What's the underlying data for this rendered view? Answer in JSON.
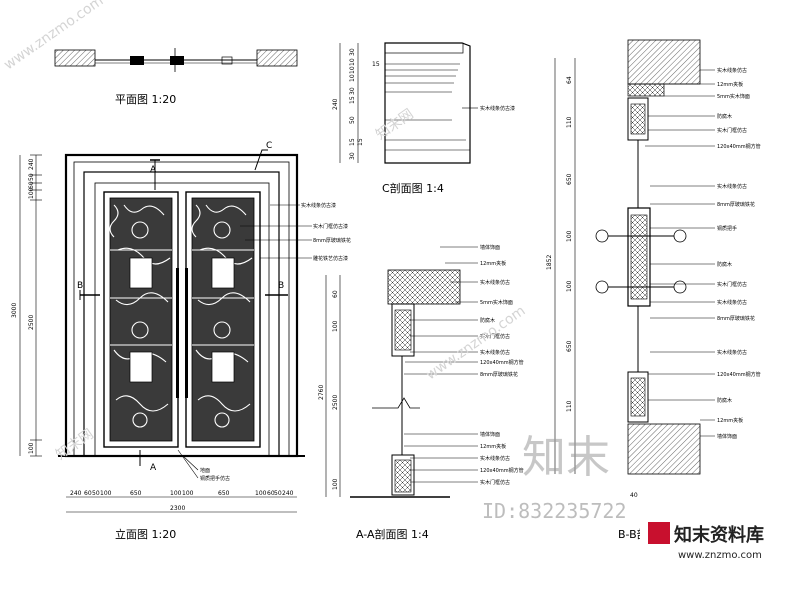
{
  "plan_title": "平面图 1:20",
  "elevation_title": "立面图 1:20",
  "section_c_title": "C剖面图 1:4",
  "section_aa_title": "A-A剖面图 1:4",
  "section_bb_title": "B-B剖面图 1:4",
  "markers": {
    "a": "A",
    "b": "B",
    "c": "C"
  },
  "elevation": {
    "left_dims": [
      "240",
      "50",
      "60",
      "100",
      "2500",
      "100"
    ],
    "total_height": "3000",
    "bottom_dims": [
      "240",
      "60",
      "50",
      "100",
      "650",
      "100",
      "100",
      "650",
      "100",
      "60",
      "50",
      "240"
    ],
    "total_width": "2300",
    "labels": [
      "实木线条仿古漆",
      "实木门框仿古漆",
      "8mm厚玻璃铁花",
      "雕花铁艺仿古漆"
    ],
    "bottom_labels": [
      "地面",
      "铜质把手仿古"
    ]
  },
  "section_c": {
    "left_dims": [
      "30",
      "10",
      "10",
      "10",
      "30",
      "15",
      "15",
      "50",
      "30",
      "15",
      "15"
    ],
    "total": "240",
    "label": "实木线条仿古漆"
  },
  "section_aa": {
    "left_dims": [
      "60",
      "100",
      "2500",
      "100"
    ],
    "total": "2760",
    "labels": [
      "墙体饰面",
      "12mm夹板",
      "实木线条仿古",
      "5mm实木饰面",
      "防腐木",
      "实木门框仿古",
      "实木线条仿古",
      "120x40mm钢方管",
      "8mm厚玻璃铁花",
      "墙体饰面",
      "12mm夹板",
      "实木线条仿古",
      "120x40mm钢方管",
      "实木门框仿古"
    ]
  },
  "section_bb": {
    "left_dims": [
      "64",
      "110",
      "650",
      "100",
      "100",
      "650",
      "110"
    ],
    "total": "1852",
    "bottom_dim": "40",
    "labels": [
      "实木线条仿古",
      "12mm夹板",
      "5mm实木饰面",
      "防腐木",
      "实木门框仿古",
      "120x40mm钢方管",
      "实木线条仿古",
      "8mm厚玻璃铁花",
      "铜质把手",
      "防腐木",
      "实木门框仿古",
      "实木线条仿古",
      "8mm厚玻璃铁花",
      "实木线条仿古",
      "120x40mm钢方管",
      "防腐木",
      "12mm夹板",
      "墙体饰面"
    ]
  },
  "watermarks": {
    "big": "知末",
    "id": "ID:832235722",
    "logo": "知末资料库",
    "url": "www.znzmo.com",
    "diag": [
      "www.znzmo.com",
      "知末网",
      "www.znzmo.com",
      "知末网"
    ]
  }
}
